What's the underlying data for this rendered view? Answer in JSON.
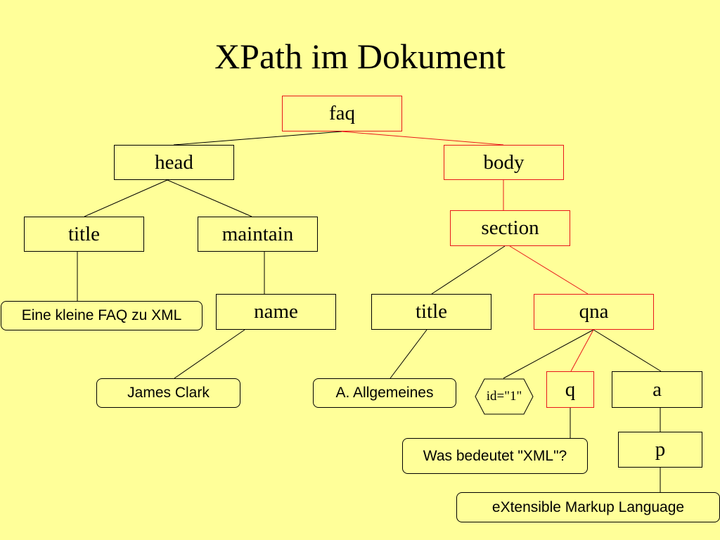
{
  "title": "XPath im Dokument",
  "nodes": {
    "faq": "faq",
    "head": "head",
    "body": "body",
    "title1": "title",
    "maintain": "maintain",
    "section": "section",
    "name": "name",
    "title2": "title",
    "qna": "qna",
    "q": "q",
    "a": "a",
    "p": "p"
  },
  "texts": {
    "faq_title": "Eine kleine FAQ zu XML",
    "james": "James Clark",
    "allgemeines": "A. Allgemeines",
    "was": "Was bedeutet \"XML\"?",
    "extensible": "eXtensible Markup Language"
  },
  "attribute": "id=\"1\"",
  "colors": {
    "background": "#ffff99",
    "path": "#e8171a",
    "normal": "#000000"
  }
}
